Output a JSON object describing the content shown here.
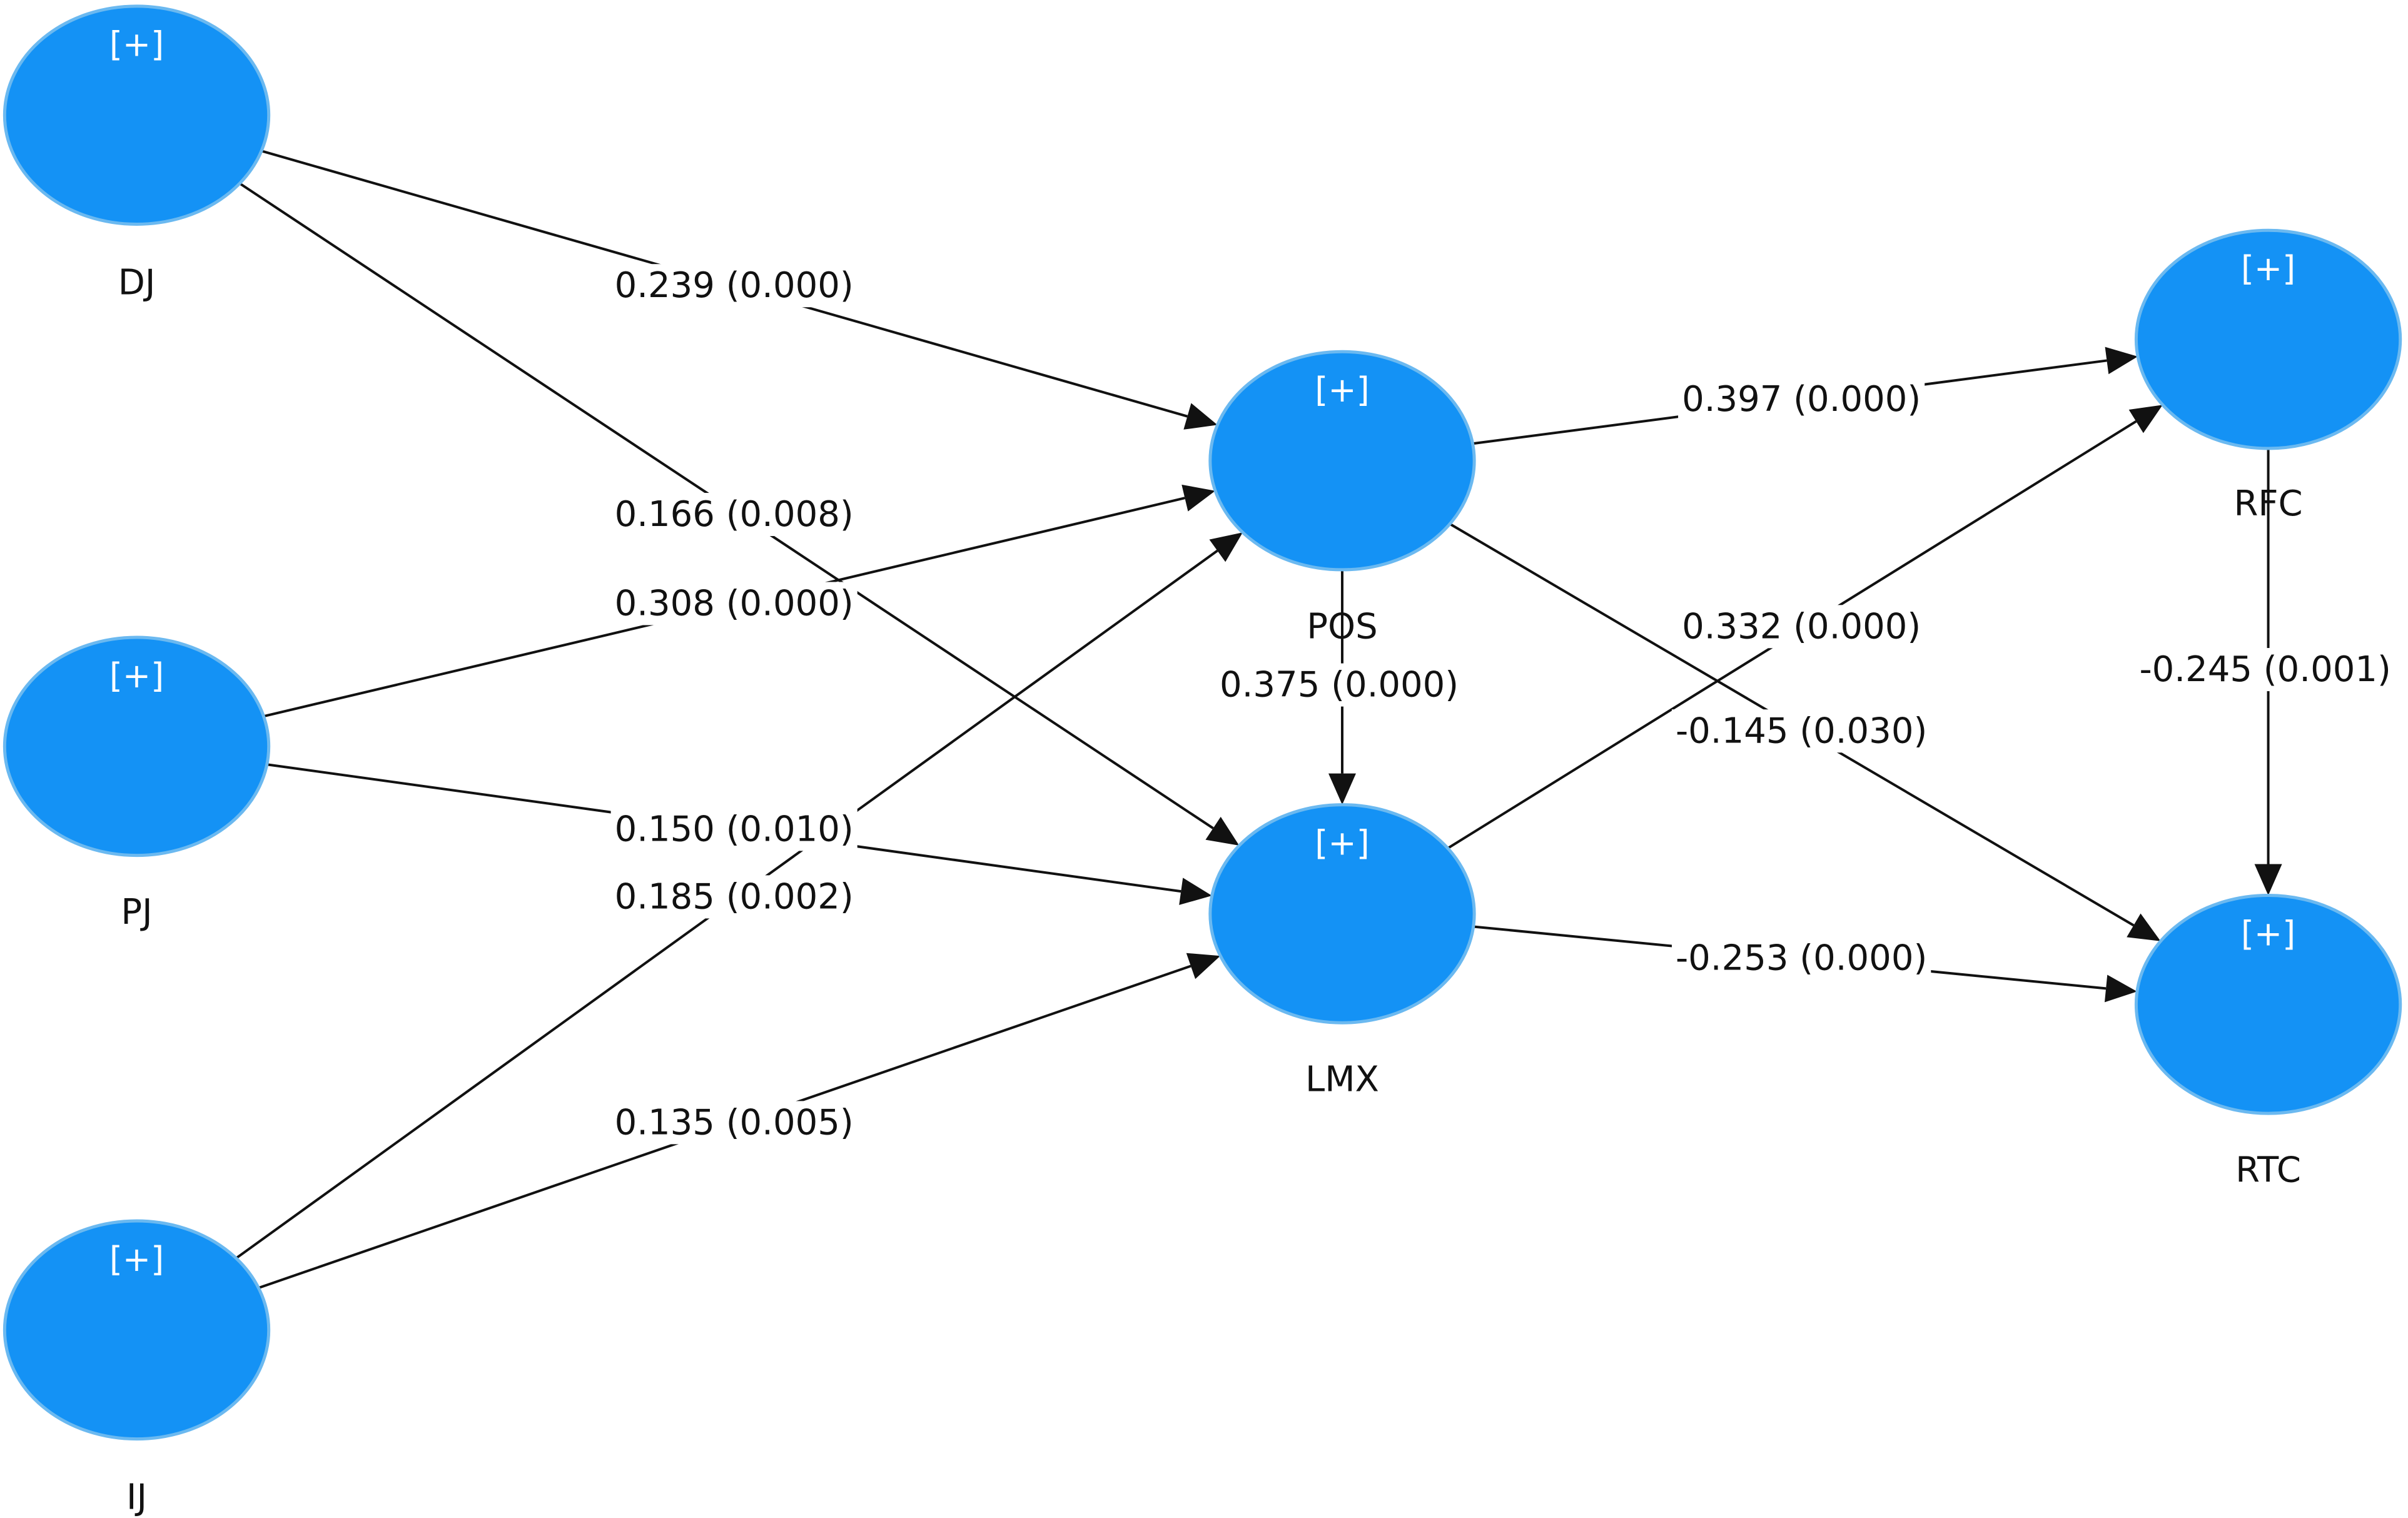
{
  "nodes": [
    {
      "id": "DJ",
      "label": "DJ",
      "expand": "[+]"
    },
    {
      "id": "PJ",
      "label": "PJ",
      "expand": "[+]"
    },
    {
      "id": "IJ",
      "label": "IJ",
      "expand": "[+]"
    },
    {
      "id": "POS",
      "label": "POS",
      "expand": "[+]"
    },
    {
      "id": "LMX",
      "label": "LMX",
      "expand": "[+]"
    },
    {
      "id": "RFC",
      "label": "RFC",
      "expand": "[+]"
    },
    {
      "id": "RTC",
      "label": "RTC",
      "expand": "[+]"
    }
  ],
  "paths": [
    {
      "from": "DJ",
      "to": "POS",
      "label": "0.239 (0.000)"
    },
    {
      "from": "DJ",
      "to": "LMX",
      "label": "0.166 (0.008)"
    },
    {
      "from": "PJ",
      "to": "POS",
      "label": "0.308 (0.000)"
    },
    {
      "from": "PJ",
      "to": "LMX",
      "label": "0.150 (0.010)"
    },
    {
      "from": "IJ",
      "to": "POS",
      "label": "0.185 (0.002)"
    },
    {
      "from": "IJ",
      "to": "LMX",
      "label": "0.135 (0.005)"
    },
    {
      "from": "POS",
      "to": "LMX",
      "label": "0.375 (0.000)"
    },
    {
      "from": "POS",
      "to": "RFC",
      "label": "0.397 (0.000)"
    },
    {
      "from": "POS",
      "to": "RTC",
      "label": "-0.145 (0.030)"
    },
    {
      "from": "LMX",
      "to": "RFC",
      "label": "0.332 (0.000)"
    },
    {
      "from": "LMX",
      "to": "RTC",
      "label": "-0.253 (0.000)"
    },
    {
      "from": "RFC",
      "to": "RTC",
      "label": "-0.245 (0.001)"
    }
  ],
  "colors": {
    "node_fill": "#1492f5",
    "node_stroke": "#6bb9f0",
    "line": "#111111",
    "background": "#ffffff"
  }
}
